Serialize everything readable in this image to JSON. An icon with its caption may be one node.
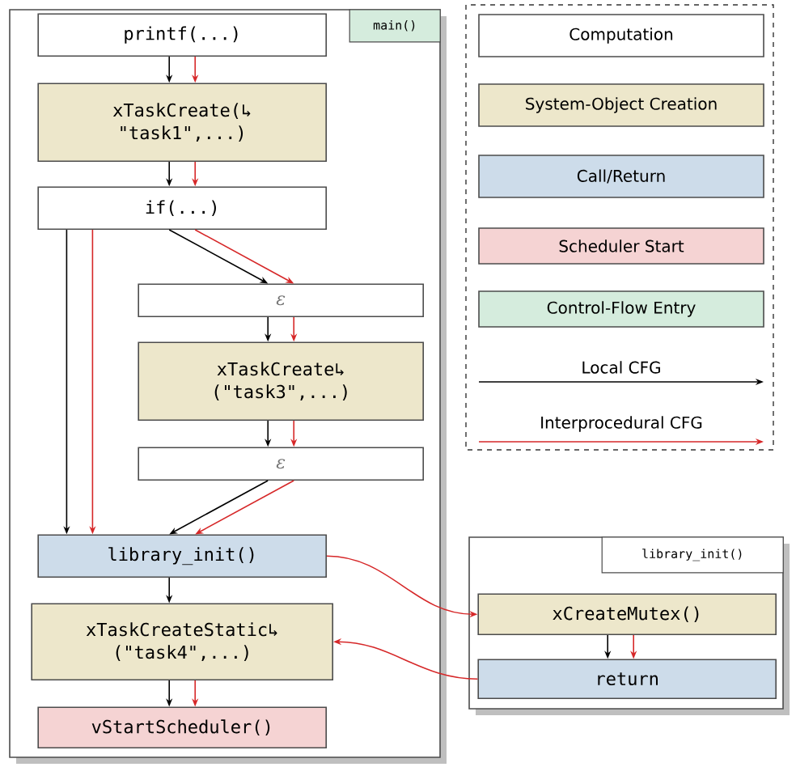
{
  "diagram": {
    "nodes": [
      {
        "text": [
          "main()"
        ]
      },
      {
        "text": [
          "printf(...)"
        ],
        "in": 0
      },
      {
        "text": [
          "xTaskCreate(↳ \"task1\",...)"
        ],
        "in": 0
      },
      {
        "text": [
          "if(...)"
        ],
        "in": 0
      },
      {
        "text": [
          "ε"
        ],
        "in": 0
      },
      {
        "text": [
          "xTaskCreate↳ (\"task3\",...)"
        ],
        "in": 0
      },
      {
        "text": [
          "ε"
        ],
        "in": 0
      },
      {
        "text": [
          "library_init()"
        ],
        "in": 0
      },
      {
        "text": [
          "xTaskCreateStatic↳ (\"task4\",...)"
        ],
        "in": 0
      },
      {
        "text": [
          "vStartScheduler()"
        ],
        "in": 0
      },
      {
        "text": [
          "library_init()"
        ]
      },
      {
        "text": [
          "xCreateMutex()"
        ],
        "in": 10
      },
      {
        "text": [
          "return"
        ],
        "in": 10
      }
    ],
    "edges": [
      {
        "from": 1,
        "to": 2,
        "arrow": "to",
        "color": "#000000"
      },
      {
        "from": 1,
        "to": 2,
        "arrow": "to",
        "color": "#d62728"
      },
      {
        "from": 2,
        "to": 3,
        "arrow": "to",
        "color": "#000000"
      },
      {
        "from": 2,
        "to": 3,
        "arrow": "to",
        "color": "#d62728"
      },
      {
        "from": 3,
        "to": 4,
        "arrow": "to",
        "color": "#000000"
      },
      {
        "from": 3,
        "to": 4,
        "arrow": "to",
        "color": "#d62728"
      },
      {
        "from": 3,
        "to": 7,
        "arrow": "to",
        "color": "#000000"
      },
      {
        "from": 3,
        "to": 7,
        "arrow": "to",
        "color": "#d62728"
      },
      {
        "from": 4,
        "to": 5,
        "arrow": "to",
        "color": "#000000"
      },
      {
        "from": 4,
        "to": 5,
        "arrow": "to",
        "color": "#d62728"
      },
      {
        "from": 5,
        "to": 6,
        "arrow": "to",
        "color": "#000000"
      },
      {
        "from": 5,
        "to": 6,
        "arrow": "to",
        "color": "#d62728"
      },
      {
        "from": 6,
        "to": 7,
        "arrow": "to",
        "color": "#000000"
      },
      {
        "from": 6,
        "to": 7,
        "arrow": "to",
        "color": "#d62728"
      },
      {
        "from": 7,
        "to": 8,
        "arrow": "to",
        "color": "#000000"
      },
      {
        "from": 7,
        "to": 11,
        "arrow": "to",
        "color": "#d62728"
      },
      {
        "from": 12,
        "to": 8,
        "arrow": "to",
        "color": "#d62728"
      },
      {
        "from": 8,
        "to": 9,
        "arrow": "to",
        "color": "#000000"
      },
      {
        "from": 8,
        "to": 9,
        "arrow": "to",
        "color": "#d62728"
      },
      {
        "from": 11,
        "to": 12,
        "arrow": "to",
        "color": "#000000"
      },
      {
        "from": 11,
        "to": 12,
        "arrow": "to",
        "color": "#d62728"
      }
    ],
    "legend": [
      {
        "text": "Computation"
      },
      {
        "text": "System-Object Creation",
        "color": "#ede7cb"
      },
      {
        "text": "Call/Return",
        "color": "#cddcea"
      },
      {
        "text": "Scheduler Start",
        "color": "#f5d3d3"
      },
      {
        "text": "Control-Flow Entry",
        "color": "#d5ecdd"
      },
      {
        "text": "Local CFG"
      },
      {
        "text": "Interprocedural CFG"
      }
    ]
  }
}
